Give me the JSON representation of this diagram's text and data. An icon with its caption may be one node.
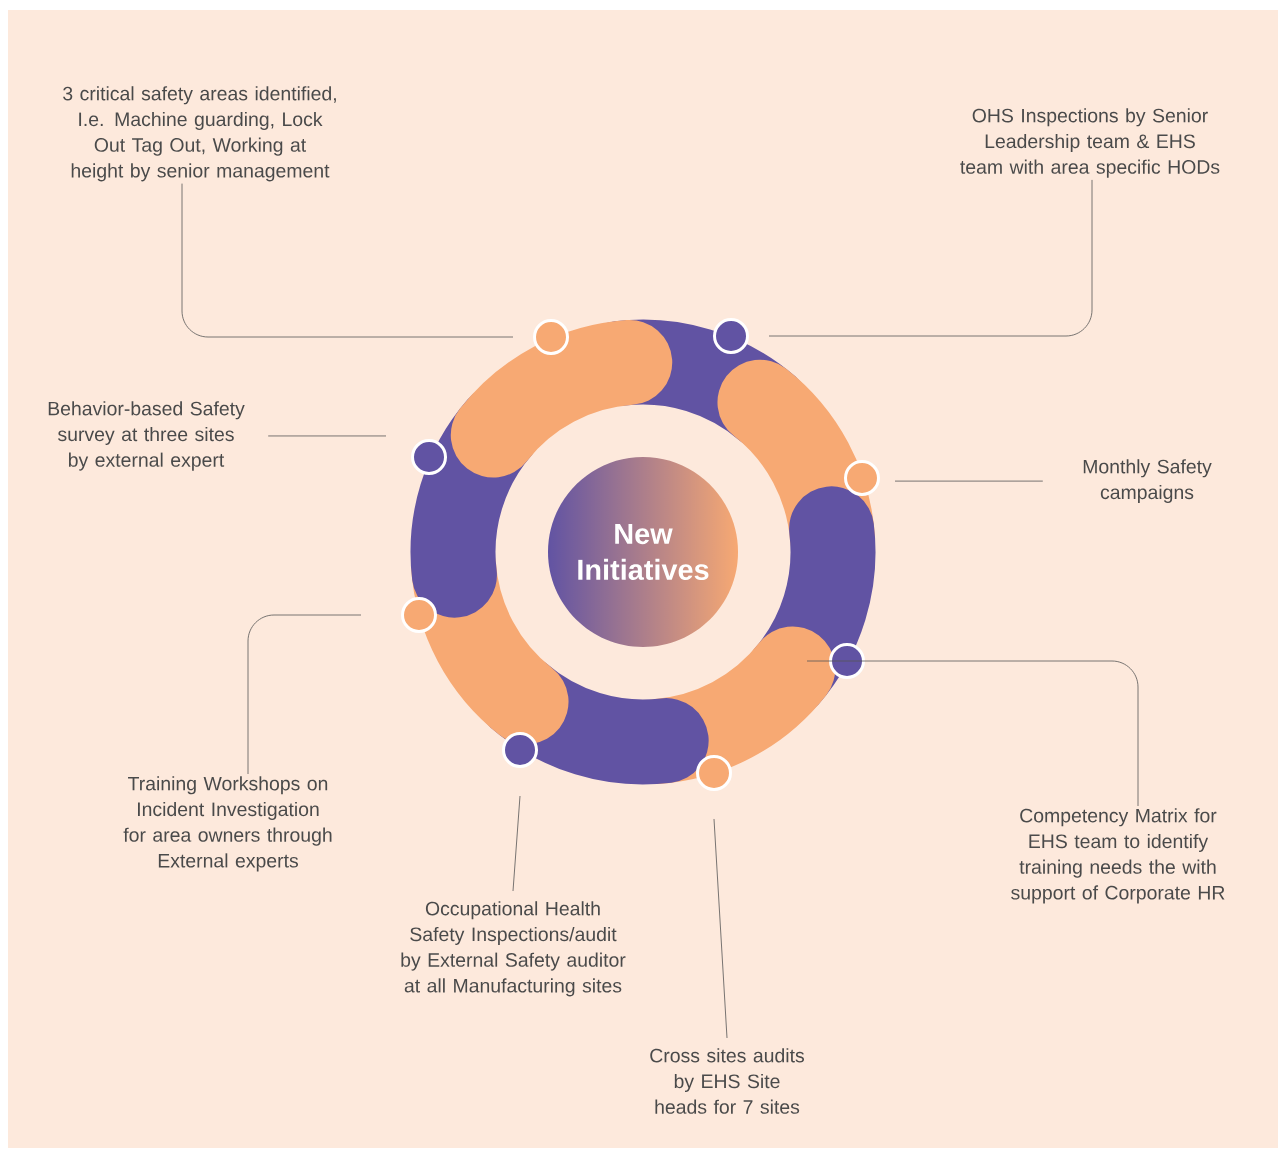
{
  "diagram": {
    "nodes": [
      {
        "text": [
          "New Initiatives"
        ]
      },
      {
        "text": [
          "3 critical safety areas identified, I.e. Machine guarding, Lock Out Tag Out, Working at height by senior management"
        ]
      },
      {
        "text": [
          "OHS Inspections by Senior Leadership team & EHS team with area specific HODs"
        ]
      },
      {
        "text": [
          "Behavior-based Safety survey at three sites by external expert"
        ]
      },
      {
        "text": [
          "Monthly Safety campaigns"
        ]
      },
      {
        "text": [
          "Training Workshops on Incident Investigation for area owners through External experts"
        ]
      },
      {
        "text": [
          "Competency Matrix for EHS team to identify training needs the with support of Corporate HR"
        ]
      },
      {
        "text": [
          "Occupational Health Safety Inspections/audit by External Safety auditor at all Manufacturing sites"
        ]
      },
      {
        "text": [
          "Cross sites audits by EHS Site heads for 7 sites"
        ]
      },
      {
        "text": [],
        "shape": "circle"
      },
      {
        "text": [],
        "shape": "circle"
      },
      {
        "text": [],
        "shape": "circle"
      },
      {
        "text": [],
        "shape": "circle"
      },
      {
        "text": [],
        "shape": "circle"
      },
      {
        "text": [],
        "shape": "circle"
      },
      {
        "text": [],
        "shape": "circle"
      },
      {
        "text": [],
        "shape": "circle"
      }
    ],
    "edges": [
      {
        "from": 1,
        "to": 9,
        "arrow": "none"
      },
      {
        "from": 2,
        "to": 10,
        "arrow": "none"
      },
      {
        "from": 3,
        "to": 16,
        "arrow": "none"
      },
      {
        "from": 4,
        "to": 11,
        "arrow": "none"
      },
      {
        "from": 5,
        "to": 15,
        "arrow": "none"
      },
      {
        "from": 6,
        "to": 12,
        "arrow": "none"
      },
      {
        "from": 7,
        "to": 14,
        "arrow": "none"
      },
      {
        "from": 8,
        "to": 13,
        "arrow": "none"
      }
    ]
  }
}
